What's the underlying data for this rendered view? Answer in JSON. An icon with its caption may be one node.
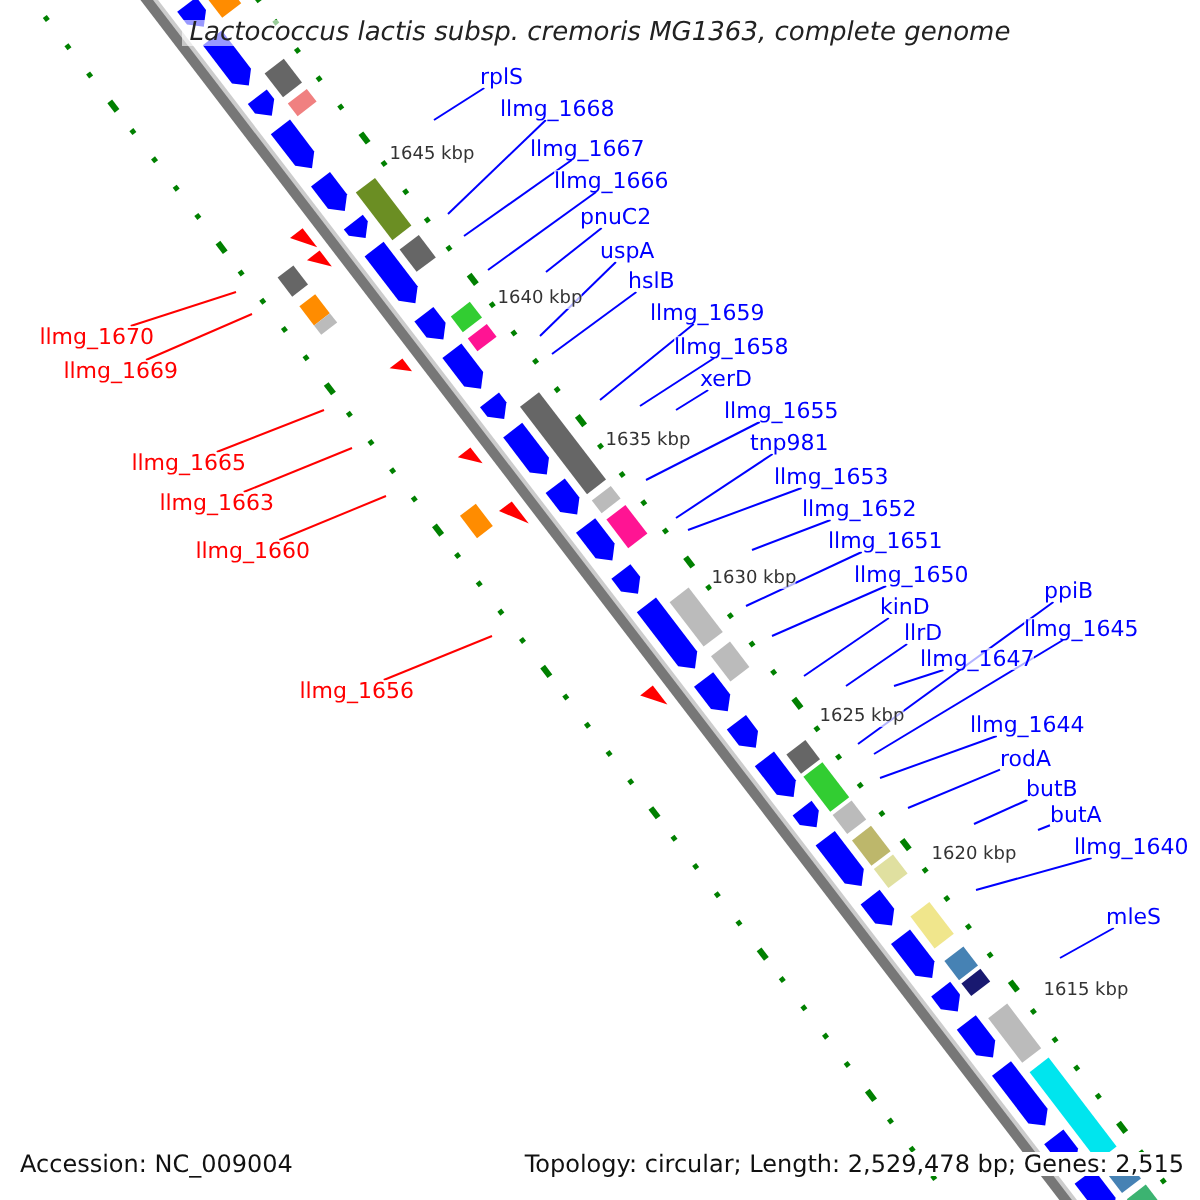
{
  "diagram": {
    "title": "Lactococcus lactis subsp. cremoris MG1363, complete genome",
    "nodes": [
      {
        "text": [
          "rplS"
        ]
      },
      {
        "text": [
          "llmg_1668"
        ]
      },
      {
        "text": [
          "llmg_1667"
        ]
      },
      {
        "text": [
          "llmg_1666"
        ]
      },
      {
        "text": [
          "pnuC2"
        ]
      },
      {
        "text": [
          "uspA"
        ]
      },
      {
        "text": [
          "hslB"
        ]
      },
      {
        "text": [
          "llmg_1659"
        ]
      },
      {
        "text": [
          "llmg_1658"
        ]
      },
      {
        "text": [
          "xerD"
        ]
      },
      {
        "text": [
          "llmg_1655"
        ]
      },
      {
        "text": [
          "tnp981"
        ]
      },
      {
        "text": [
          "llmg_1653"
        ]
      },
      {
        "text": [
          "llmg_1652"
        ]
      },
      {
        "text": [
          "llmg_1651"
        ]
      },
      {
        "text": [
          "llmg_1650"
        ]
      },
      {
        "text": [
          "kinD"
        ]
      },
      {
        "text": [
          "llrD"
        ]
      },
      {
        "text": [
          "llmg_1647"
        ]
      },
      {
        "text": [
          "ppiB"
        ]
      },
      {
        "text": [
          "llmg_1645"
        ]
      },
      {
        "text": [
          "llmg_1644"
        ]
      },
      {
        "text": [
          "rodA"
        ]
      },
      {
        "text": [
          "butB"
        ]
      },
      {
        "text": [
          "butA"
        ]
      },
      {
        "text": [
          "llmg_1640"
        ]
      },
      {
        "text": [
          "mleS"
        ]
      },
      {
        "text": [
          "llmg_1670"
        ]
      },
      {
        "text": [
          "llmg_1669"
        ]
      },
      {
        "text": [
          "llmg_1665"
        ]
      },
      {
        "text": [
          "llmg_1663"
        ]
      },
      {
        "text": [
          "llmg_1660"
        ]
      },
      {
        "text": [
          "llmg_1656"
        ]
      }
    ],
    "edges": [
      {
        "from": 0,
        "to": null,
        "arrow": "none"
      },
      {
        "from": 1,
        "to": null,
        "arrow": "none"
      },
      {
        "from": 2,
        "to": null,
        "arrow": "none"
      },
      {
        "from": 3,
        "to": null,
        "arrow": "none"
      },
      {
        "from": 4,
        "to": null,
        "arrow": "none"
      },
      {
        "from": 5,
        "to": null,
        "arrow": "none"
      },
      {
        "from": 6,
        "to": null,
        "arrow": "none"
      },
      {
        "from": 7,
        "to": null,
        "arrow": "none"
      },
      {
        "from": 8,
        "to": null,
        "arrow": "none"
      },
      {
        "from": 9,
        "to": null,
        "arrow": "none"
      },
      {
        "from": 10,
        "to": null,
        "arrow": "none"
      },
      {
        "from": 11,
        "to": null,
        "arrow": "none"
      },
      {
        "from": 12,
        "to": null,
        "arrow": "none"
      },
      {
        "from": 13,
        "to": null,
        "arrow": "none"
      },
      {
        "from": 14,
        "to": null,
        "arrow": "none"
      },
      {
        "from": 15,
        "to": null,
        "arrow": "none"
      },
      {
        "from": 16,
        "to": null,
        "arrow": "none"
      },
      {
        "from": 17,
        "to": null,
        "arrow": "none"
      },
      {
        "from": 18,
        "to": null,
        "arrow": "none"
      },
      {
        "from": 19,
        "to": null,
        "arrow": "none"
      },
      {
        "from": 20,
        "to": null,
        "arrow": "none"
      },
      {
        "from": 21,
        "to": null,
        "arrow": "none"
      },
      {
        "from": 22,
        "to": null,
        "arrow": "none"
      },
      {
        "from": 23,
        "to": null,
        "arrow": "none"
      },
      {
        "from": 24,
        "to": null,
        "arrow": "none"
      },
      {
        "from": 25,
        "to": null,
        "arrow": "none"
      },
      {
        "from": 26,
        "to": null,
        "arrow": "none"
      },
      {
        "from": 27,
        "to": null,
        "arrow": "none",
        "color": "#ff0000"
      },
      {
        "from": 28,
        "to": null,
        "arrow": "none",
        "color": "#ff0000"
      },
      {
        "from": 29,
        "to": null,
        "arrow": "none",
        "color": "#ff0000"
      },
      {
        "from": 30,
        "to": null,
        "arrow": "none",
        "color": "#ff0000"
      },
      {
        "from": 31,
        "to": null,
        "arrow": "none",
        "color": "#ff0000"
      },
      {
        "from": 32,
        "to": null,
        "arrow": "none",
        "color": "#ff0000"
      }
    ],
    "labels": [
      "1645 kbp",
      "1640 kbp",
      "1635 kbp",
      "1630 kbp",
      "1625 kbp",
      "1620 kbp",
      "1615 kbp",
      "Accession: NC_009004",
      "Topology: circular; Length: 2,529,478 bp; Genes: 2,515"
    ]
  }
}
